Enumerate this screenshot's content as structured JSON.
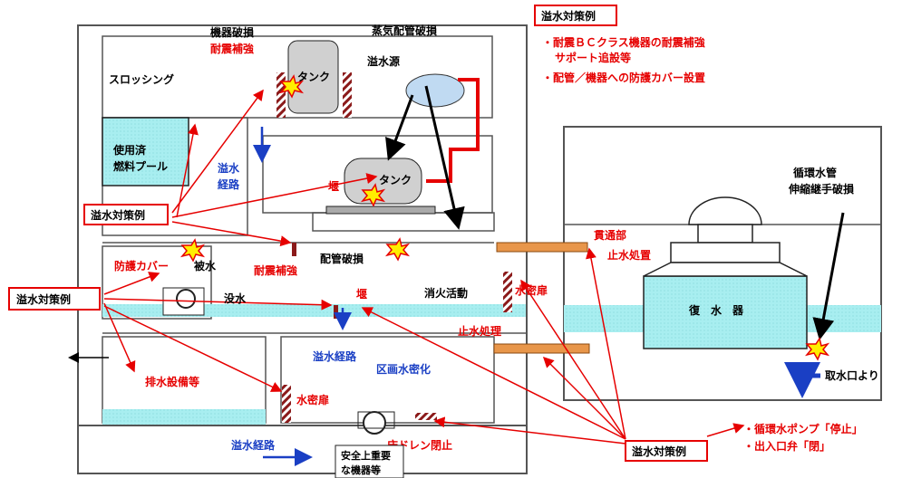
{
  "labels": {
    "sloshing": "スロッシング",
    "spent_pool_1": "使用済",
    "spent_pool_2": "燃料プール",
    "equip_damage": "機器破損",
    "seismic_reinforce_top": "耐震補強",
    "tank_top": "タンク",
    "flood_source": "溢水源",
    "steam_pipe_damage": "蒸気配管破損",
    "flood_path_left_1": "溢水",
    "flood_path_left_2": "経路",
    "weir_mid": "堰",
    "tank_mid": "タンク",
    "protective_cover": "防護カバー",
    "wet": "被水",
    "submerged": "没水",
    "seismic_reinforce_mid": "耐震補強",
    "pipe_damage": "配管破損",
    "firefighting": "消火活動",
    "weir_low": "堰",
    "watertight_door_right": "水密扉",
    "penetration_1": "貫通部",
    "penetration_2": "止水処置",
    "stop_treatment": "止水処理",
    "flood_path_center": "溢水経路",
    "compartment_sealing": "区画水密化",
    "drainage_equipment": "排水設備等",
    "watertight_door_left": "水密扉",
    "floor_drain_closed": "床ドレン閉止",
    "flood_path_bottom": "溢水経路",
    "safety_equip_1": "安全上重要",
    "safety_equip_2": "な機器等",
    "condenser": "復　水　器",
    "circ_pipe_1": "循環水管",
    "circ_pipe_2": "伸縮継手破損",
    "from_intake": "取水口より"
  },
  "callouts": {
    "top_right_title": "溢水対策例",
    "top_right_item1a": "・耐震ＢＣクラス機器の耐震補強",
    "top_right_item1b": "サポート追設等",
    "top_right_item2": "・配管／機器への防護カバー設置",
    "left_upper": "溢水対策例",
    "left_mid": "溢水対策例",
    "bottom_center": "溢水対策例",
    "bottom_right_item1": "・循環水ポンプ「停止」",
    "bottom_right_item2": "・出入口弁「閉」"
  },
  "colors": {
    "water": "#a8eef0",
    "red": "#e60000",
    "blue": "#1a3fc4",
    "pipe_orange": "#e8964a",
    "hatch": "#8b1a1a",
    "wall": "#555555"
  }
}
